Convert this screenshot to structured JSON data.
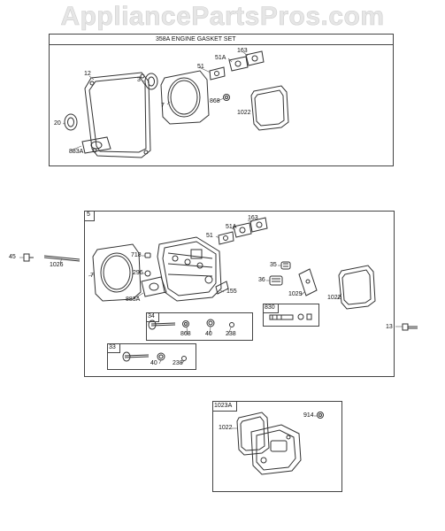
{
  "watermark": "AppliancePartsPros.com",
  "section_gasket_set": {
    "title": "358A ENGINE GASKET SET",
    "labels": {
      "p12": "12",
      "p3": "3",
      "p51": "51",
      "p51a": "51A",
      "p163": "163",
      "p7": "7",
      "p868": "868",
      "p1022": "1022",
      "p20": "20",
      "p883a": "883A"
    }
  },
  "section_cylinder_head": {
    "title": "5",
    "labels": {
      "p163": "163",
      "p51a": "51A",
      "p51": "51",
      "p718": "718",
      "p7": "7",
      "p296": "296",
      "p35": "35",
      "p36": "36",
      "p155": "155",
      "p1029": "1029",
      "p1022": "1022",
      "p883a": "883A"
    },
    "sub_34": {
      "title": "34",
      "labels": {
        "p868": "868",
        "p40": "40",
        "p238": "238"
      }
    },
    "sub_830": {
      "title": "830"
    },
    "sub_33": {
      "title": "33",
      "labels": {
        "p40": "40",
        "p238": "238"
      }
    }
  },
  "outside_labels": {
    "p45": "45",
    "p1026": "1026",
    "p13": "13"
  },
  "section_valve_cover": {
    "title": "1023A",
    "labels": {
      "p1022": "1022",
      "p914": "914"
    }
  }
}
